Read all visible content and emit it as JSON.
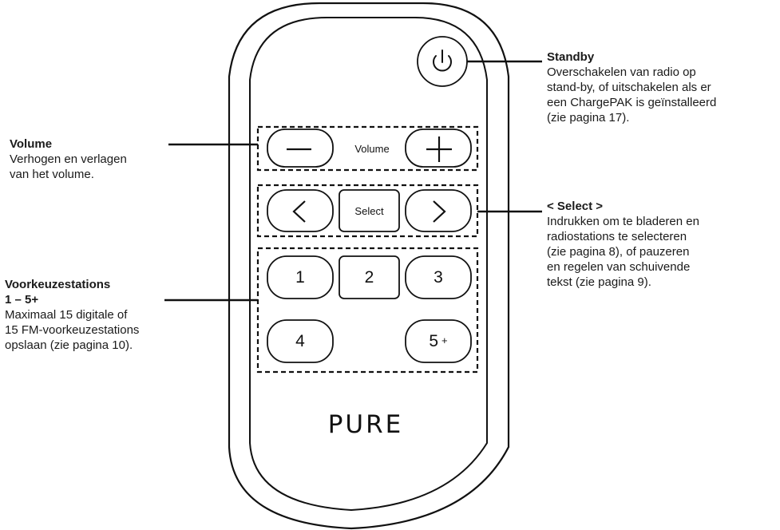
{
  "remote": {
    "brand": "PURE",
    "volume_label": "Volume",
    "select_label": "Select",
    "preset_buttons": [
      "1",
      "2",
      "3",
      "4",
      "5"
    ],
    "preset_plus": "+"
  },
  "callouts": {
    "standby": {
      "title": "Standby",
      "lines": [
        "Overschakelen van radio op",
        "stand-by, of uitschakelen als er",
        "een ChargePAK is geïnstalleerd",
        "(zie pagina 17)."
      ]
    },
    "volume": {
      "title": "Volume",
      "lines": [
        "Verhogen en verlagen",
        "van het volume."
      ]
    },
    "select": {
      "title": "< Select >",
      "lines": [
        "Indrukken om te bladeren en",
        "radiostations te selecteren",
        "(zie pagina 8), of pauzeren",
        "en regelen van schuivende",
        "tekst (zie pagina 9)."
      ]
    },
    "presets": {
      "title_lines": [
        "Voorkeuzestations",
        "1 – 5+"
      ],
      "lines": [
        "Maximaal 15 digitale of",
        "15 FM-voorkeuzestations",
        "opslaan (zie pagina 10)."
      ]
    }
  }
}
